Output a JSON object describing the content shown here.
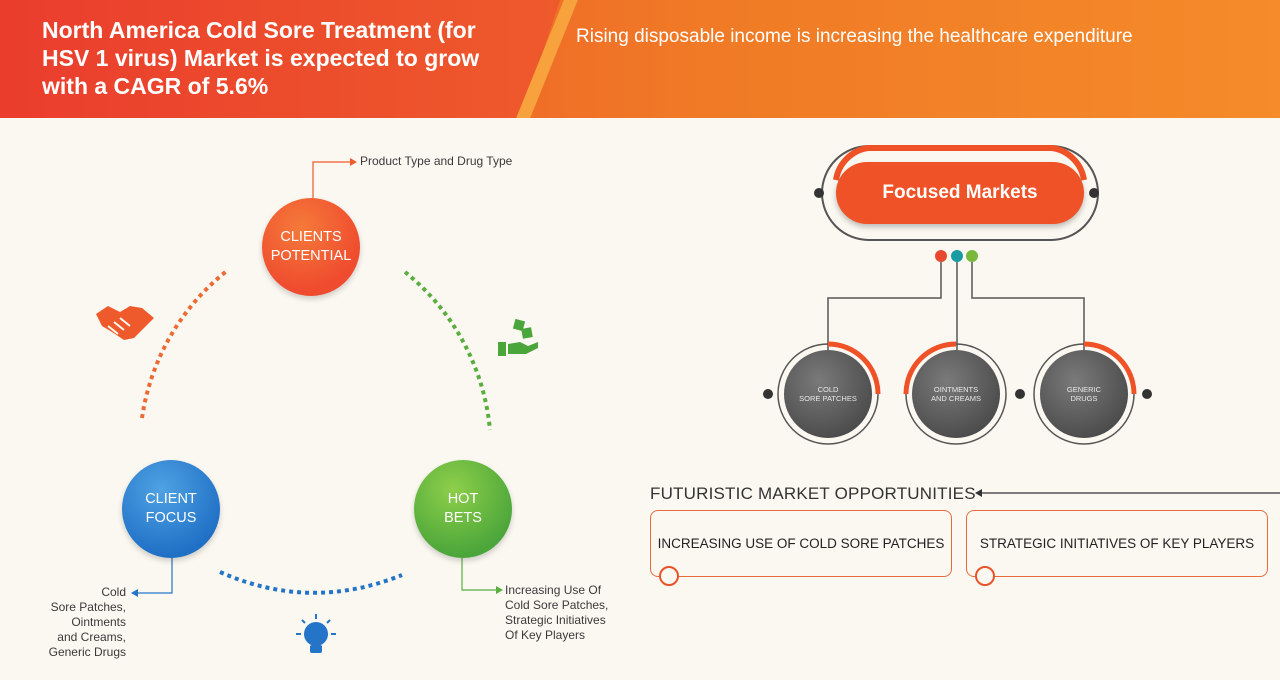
{
  "header": {
    "title": "North America Cold Sore Treatment (for HSV 1 virus) Market is expected to grow with a CAGR of 5.6%",
    "subtitle": "Rising disposable income is increasing the healthcare expenditure"
  },
  "cycle": {
    "clients": {
      "line1": "CLIENTS",
      "line2": "POTENTIAL",
      "note": "Product Type and Drug Type"
    },
    "focus": {
      "line1": "CLIENT",
      "line2": "FOCUS",
      "note": [
        "Cold",
        "Sore Patches,",
        "Ointments",
        "and Creams,",
        "Generic Drugs"
      ]
    },
    "hot": {
      "line1": "HOT",
      "line2": "BETS",
      "note": [
        "Increasing Use Of",
        "Cold Sore Patches,",
        "Strategic Initiatives",
        "Of Key Players"
      ]
    }
  },
  "focused_markets": {
    "label": "Focused Markets",
    "items": [
      {
        "line1": "COLD",
        "line2": "SORE PATCHES"
      },
      {
        "line1": "OINTMENTS",
        "line2": "AND CREAMS"
      },
      {
        "line1": "GENERIC",
        "line2": "DRUGS"
      }
    ]
  },
  "opportunities": {
    "title": "FUTURISTIC MARKET OPPORTUNITIES",
    "items": [
      "INCREASING USE OF COLD SORE PATCHES",
      "STRATEGIC INITIATIVES OF KEY PLAYERS"
    ]
  },
  "colors": {
    "orange": "#ee5226",
    "blue": "#1f6fc5",
    "green": "#4aa53a",
    "grey": "#4c4c4c"
  },
  "icons": [
    "handshake-icon",
    "money-hand-icon",
    "lightbulb-icon"
  ]
}
